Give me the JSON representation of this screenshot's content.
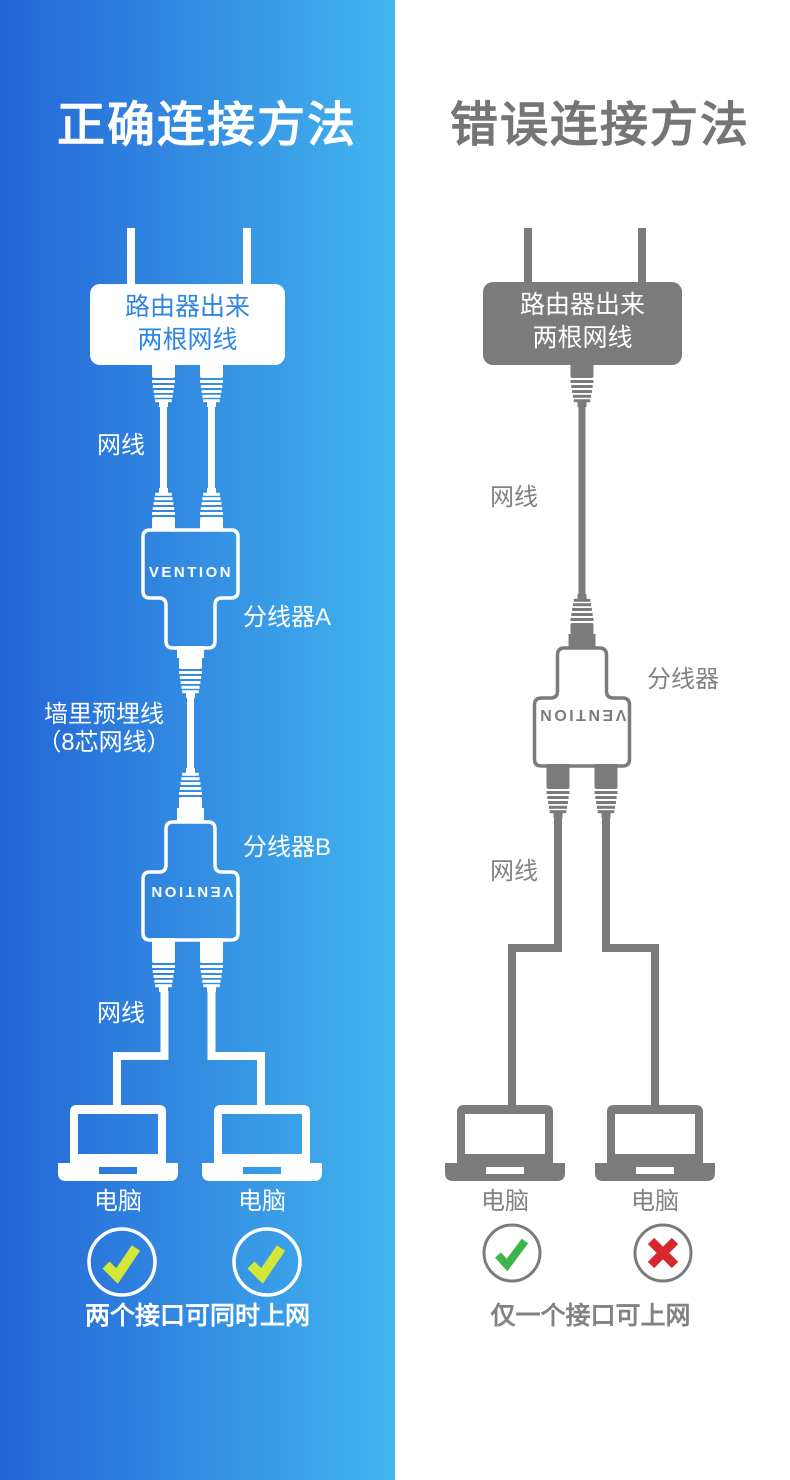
{
  "colors": {
    "panelStart": "#2365d6",
    "panelEnd": "#43b5ee",
    "gray": "#7b7b7b",
    "grayText": "#828282",
    "titleGray": "#757575",
    "boxBlue": "#2e86e4",
    "lime": "#d4e636",
    "green": "#3cb54a",
    "red": "#d7282d"
  },
  "left": {
    "title": "正确连接方法",
    "router_box": {
      "line1": "路由器出来",
      "line2": "两根网线"
    },
    "cable_label_top": "网线",
    "splitter_a_label": "分线器A",
    "splitter_a_logo": "VENTION",
    "wall_cable_line1": "墙里预埋线",
    "wall_cable_line2": "（8芯网线）",
    "splitter_b_label": "分线器B",
    "splitter_b_logo": "VENTION",
    "cable_label_bottom": "网线",
    "computer_label_left": "电脑",
    "computer_label_right": "电脑",
    "results": [
      "check",
      "check"
    ],
    "caption": "两个接口可同时上网"
  },
  "right": {
    "title": "错误连接方法",
    "router_box": {
      "line1": "路由器出来",
      "line2": "两根网线"
    },
    "cable_label_top": "网线",
    "splitter_label": "分线器",
    "splitter_logo": "VENTION",
    "cable_label_bottom": "网线",
    "computer_label_left": "电脑",
    "computer_label_right": "电脑",
    "results": [
      "check",
      "cross"
    ],
    "caption": "仅一个接口可上网"
  }
}
